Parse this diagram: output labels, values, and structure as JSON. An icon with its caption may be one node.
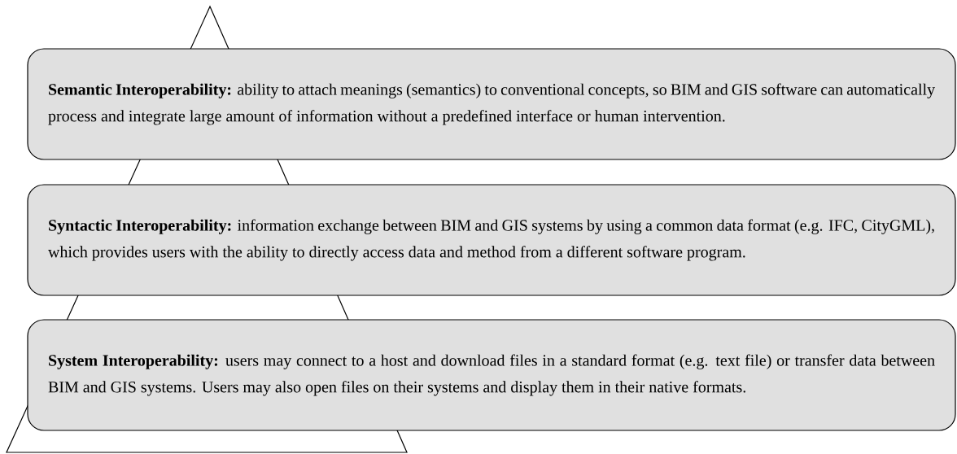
{
  "diagram": {
    "nodes": [
      {
        "text": [
          "**Semantic Interoperability:** ability to attach meanings (semantics) to conventional concepts, so BIM and GIS software can automatically process and integrate large amount of information without a predefined interface or human intervention."
        ]
      },
      {
        "text": [
          "**Syntactic Interoperability:** information exchange between BIM and GIS systems by using a common data format (e.g. IFC, CityGML), which provides users with the ability to directly access data and method from a different software program."
        ]
      },
      {
        "text": [
          "**System Interoperability:** users may connect to a host and download files in a standard format (e.g. text file) or transfer data between BIM and GIS systems. Users may also open files on their systems and display them in their native formats."
        ]
      }
    ]
  }
}
